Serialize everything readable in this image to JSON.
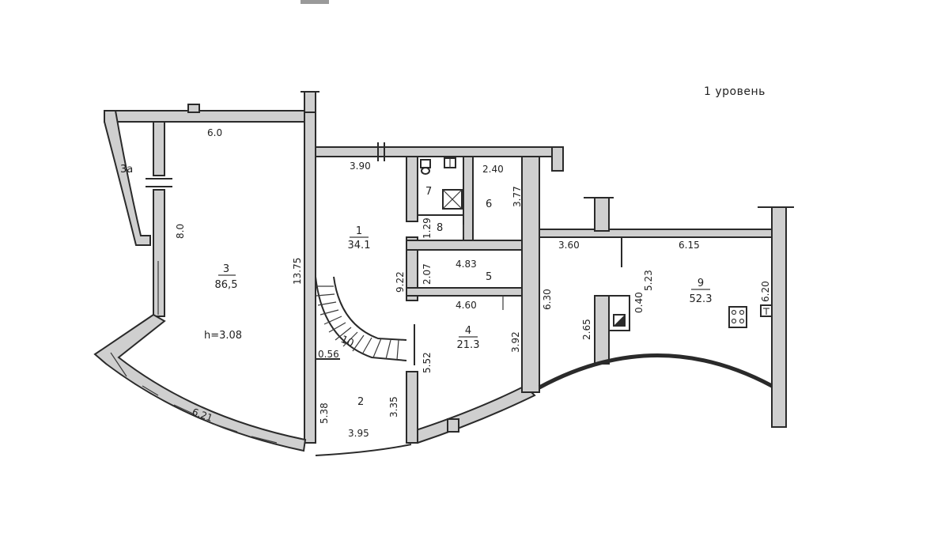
{
  "level_title": "1 уровень",
  "rooms": {
    "r1": {
      "number": "1",
      "area": "34.1"
    },
    "r2": {
      "number": "2"
    },
    "r3": {
      "number": "3",
      "area": "86,5"
    },
    "r3a": {
      "number": "3а"
    },
    "r4": {
      "number": "4",
      "area": "21.3"
    },
    "r5": {
      "number": "5"
    },
    "r6": {
      "number": "6"
    },
    "r7": {
      "number": "7"
    },
    "r8": {
      "number": "8"
    },
    "r9": {
      "number": "9",
      "area": "52.3"
    },
    "stair": {
      "number": "10"
    }
  },
  "ceiling_height": "h=3.08",
  "dimensions": {
    "d_6_0": "6.0",
    "d_8_0": "8.0",
    "d_13_75": "13.75",
    "d_6_21": "6.21",
    "d_3_90": "3.90",
    "d_9_22": "9.22",
    "d_0_56": "0.56",
    "d_5_38": "5.38",
    "d_3_95": "3.95",
    "d_3_35": "3.35",
    "d_1_29": "1.29",
    "d_2_07": "2.07",
    "d_4_83": "4.83",
    "d_4_60": "4.60",
    "d_5_52": "5.52",
    "d_3_92": "3.92",
    "d_2_40": "2.40",
    "d_3_77": "3.77",
    "d_6_30": "6.30",
    "d_3_60": "3.60",
    "d_6_15": "6.15",
    "d_5_23": "5.23",
    "d_0_40": "0.40",
    "d_2_65": "2.65",
    "d_6_20": "6.20"
  }
}
